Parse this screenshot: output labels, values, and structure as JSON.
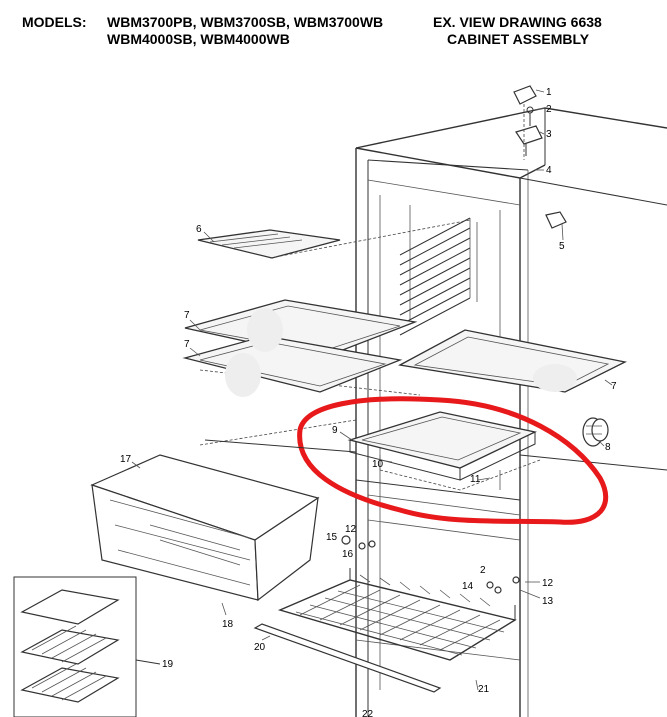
{
  "header": {
    "models_label": "MODELS:",
    "models_line1": "WBM3700PB, WBM3700SB, WBM3700WB",
    "models_line2": "WBM4000SB, WBM4000WB",
    "drawing_line1": "EX. VIEW DRAWING 6638",
    "drawing_line2": "CABINET ASSEMBLY"
  },
  "highlight_color": "#e8191b",
  "callouts": {
    "c1": "1",
    "c2": "2",
    "c3": "3",
    "c4": "4",
    "c5": "5",
    "c6": "6",
    "c7a": "7",
    "c7b": "7",
    "c7c": "7",
    "c8": "8",
    "c9": "9",
    "c10": "10",
    "c11": "11",
    "c12a": "12",
    "c12b": "12",
    "c13": "13",
    "c14": "14",
    "c15": "15",
    "c16": "16",
    "c17": "17",
    "c18": "18",
    "c19": "19",
    "c20": "20",
    "c21": "21",
    "c2b": "2",
    "c22": "22"
  }
}
